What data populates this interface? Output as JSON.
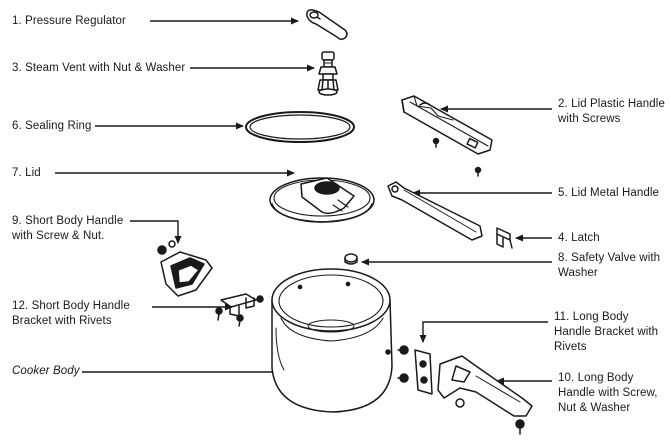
{
  "labels": {
    "pressure_regulator": "1. Pressure Regulator",
    "steam_vent": "3. Steam Vent with Nut & Washer",
    "sealing_ring": "6. Sealing Ring",
    "lid": "7. Lid",
    "short_handle_1": "9. Short Body Handle",
    "short_handle_2": "with Screw & Nut.",
    "short_bracket_1": "12. Short Body Handle",
    "short_bracket_2": "Bracket with Rivets",
    "cooker_body": "Cooker Body",
    "lid_plastic_1": "2. Lid Plastic Handle",
    "lid_plastic_2": "with Screws",
    "lid_metal": "5. Lid Metal Handle",
    "latch": "4. Latch",
    "safety_valve_1": "8. Safety Valve with",
    "safety_valve_2": "Washer",
    "long_bracket_1": "11. Long Body",
    "long_bracket_2": "Handle Bracket with",
    "long_bracket_3": "Rivets",
    "long_handle_1": "10. Long Body",
    "long_handle_2": "Handle with Screw,",
    "long_handle_3": "Nut & Washer"
  },
  "colors": {
    "ink": "#1a1a1a",
    "background": "#ffffff"
  }
}
